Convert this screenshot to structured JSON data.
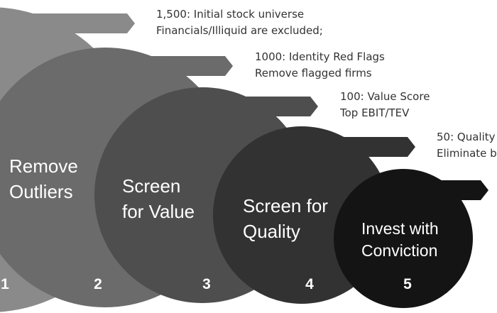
{
  "steps": [
    {
      "number": "1",
      "title_lines": [
        "Remove",
        "Outliers"
      ],
      "desc_lines": [
        "1,500: Initial stock universe",
        "Financials/Illiquid are excluded;"
      ],
      "color": "#8a8a8a"
    },
    {
      "number": "2",
      "title_lines": [
        "",
        ""
      ],
      "desc_lines": [
        "1000: Identity Red Flags",
        "Remove flagged firms"
      ],
      "color": "#6b6b6b"
    },
    {
      "number": "3",
      "title_lines": [
        "Screen",
        "for Value"
      ],
      "desc_lines": [
        "100: Value Score",
        "Top EBIT/TEV"
      ],
      "color": "#4e4e4e"
    },
    {
      "number": "4",
      "title_lines": [
        "Screen for",
        "Quality"
      ],
      "desc_lines": [
        "50: Quality",
        "Eliminate b"
      ],
      "color": "#323232"
    },
    {
      "number": "5",
      "title_lines": [
        "Invest with",
        "Conviction"
      ],
      "desc_lines": [
        "",
        ""
      ],
      "color": "#141414"
    }
  ],
  "text_color": "#ffffff"
}
